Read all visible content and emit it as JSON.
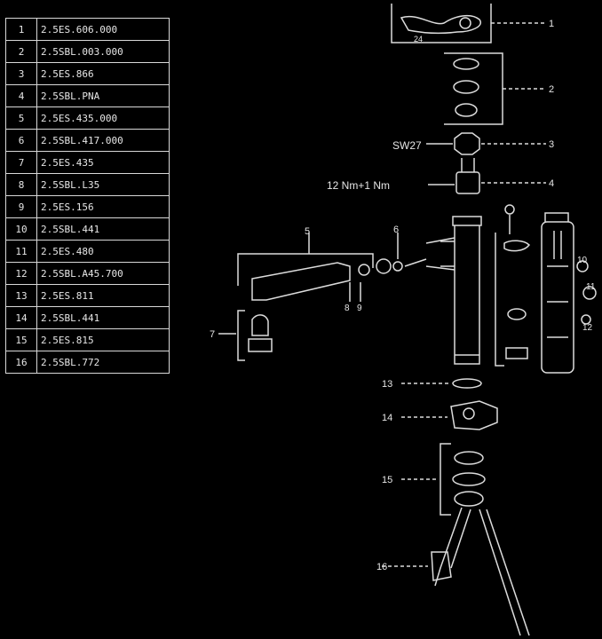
{
  "parts_table": {
    "rows": [
      {
        "pos": "1",
        "code": "2.5ES.606.000"
      },
      {
        "pos": "2",
        "code": "2.5SBL.003.000"
      },
      {
        "pos": "3",
        "code": "2.5ES.866"
      },
      {
        "pos": "4",
        "code": "2.5SBL.PNA"
      },
      {
        "pos": "5",
        "code": "2.5ES.435.000"
      },
      {
        "pos": "6",
        "code": "2.5SBL.417.000"
      },
      {
        "pos": "7",
        "code": "2.5ES.435"
      },
      {
        "pos": "8",
        "code": "2.5SBL.L35"
      },
      {
        "pos": "9",
        "code": "2.5ES.156"
      },
      {
        "pos": "10",
        "code": "2.5SBL.441"
      },
      {
        "pos": "11",
        "code": "2.5ES.480"
      },
      {
        "pos": "12",
        "code": "2.5SBL.A45.700"
      },
      {
        "pos": "13",
        "code": "2.5ES.811"
      },
      {
        "pos": "14",
        "code": "2.5SBL.441"
      },
      {
        "pos": "15",
        "code": "2.5ES.815"
      },
      {
        "pos": "16",
        "code": "2.5SBL.772"
      }
    ]
  },
  "callouts": {
    "c1": "1",
    "c2": "2",
    "c3": "3",
    "c4": "4",
    "c5": "5",
    "c6": "6",
    "c7": "7",
    "c8": "8",
    "c9": "9",
    "c10": "10",
    "c11": "11",
    "c12": "12",
    "c13": "13",
    "c14": "14",
    "c15": "15",
    "c16": "16"
  },
  "annotations": {
    "size": "SW27",
    "torque": "12 Nm+1 Nm",
    "note_top": "24"
  }
}
